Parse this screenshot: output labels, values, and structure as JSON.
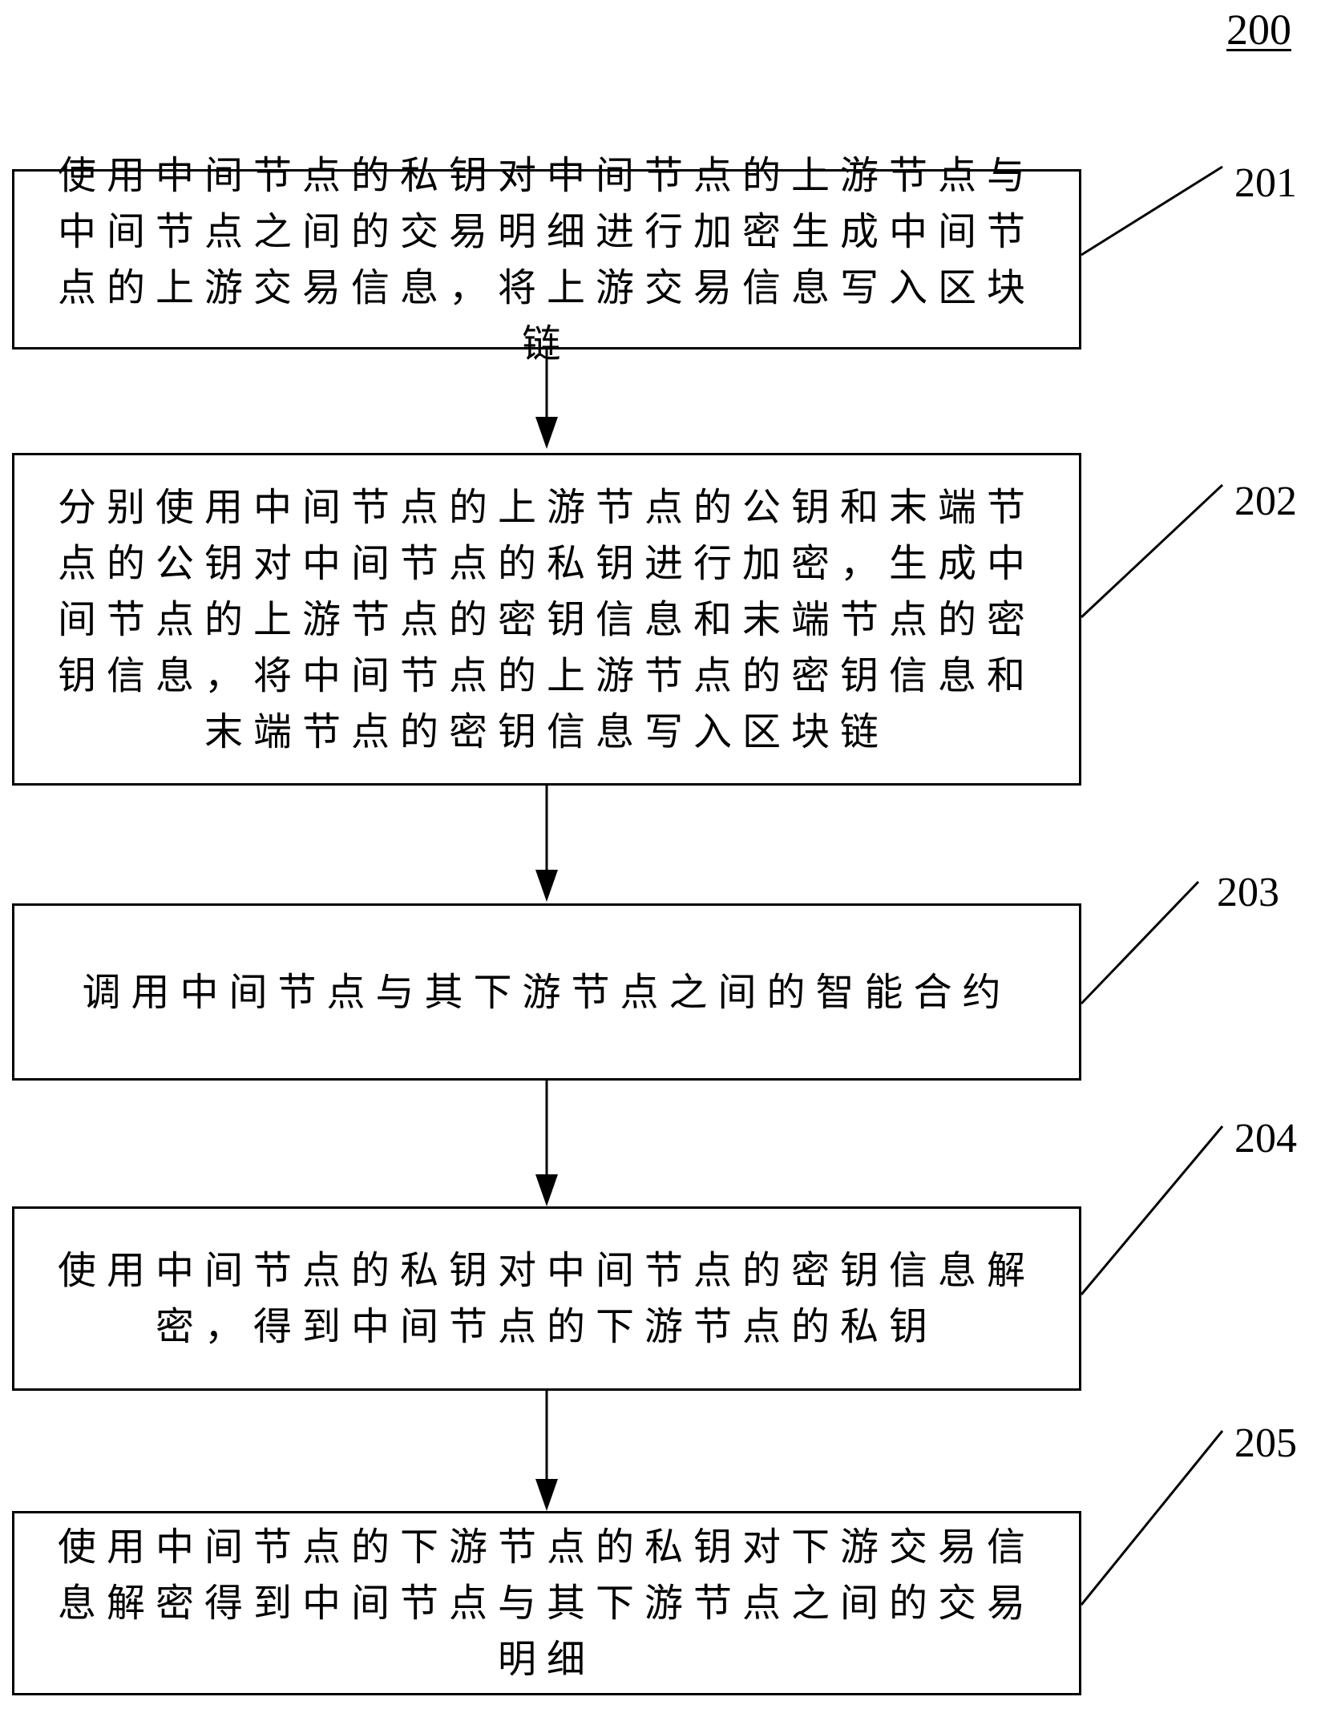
{
  "figure": {
    "number": "200"
  },
  "steps": [
    {
      "ref": "201",
      "text": "使用中间节点的私钥对中间节点的上游节点与中间节点之间的交易明细进行加密生成中间节点的上游交易信息，将上游交易信息写入区块链"
    },
    {
      "ref": "202",
      "text": "分别使用中间节点的上游节点的公钥和末端节点的公钥对中间节点的私钥进行加密，生成中间节点的上游节点的密钥信息和末端节点的密钥信息，将中间节点的上游节点的密钥信息和末端节点的密钥信息写入区块链"
    },
    {
      "ref": "203",
      "text": "调用中间节点与其下游节点之间的智能合约"
    },
    {
      "ref": "204",
      "text": "使用中间节点的私钥对中间节点的密钥信息解密，得到中间节点的下游节点的私钥"
    },
    {
      "ref": "205",
      "text": "使用中间节点的下游节点的私钥对下游交易信息解密得到中间节点与其下游节点之间的交易明细"
    }
  ]
}
